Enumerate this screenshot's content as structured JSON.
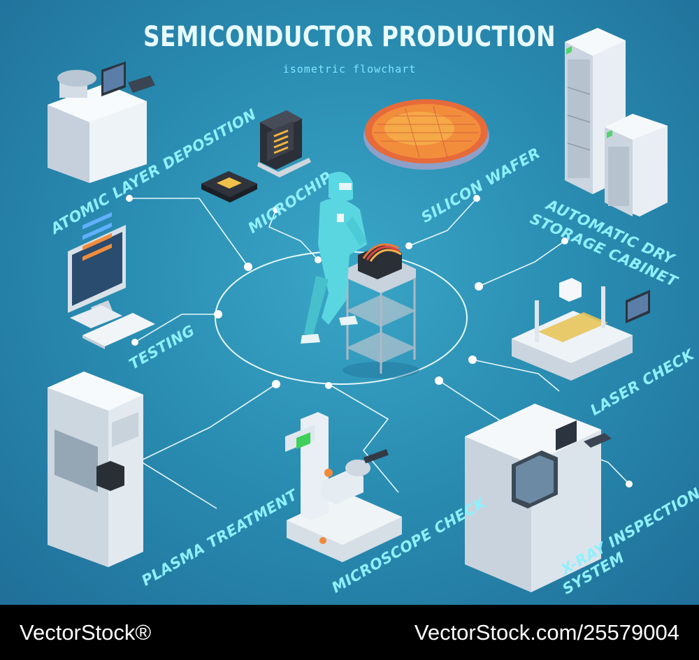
{
  "title": "SEMICONDUCTOR PRODUCTION",
  "subtitle": "isometric flowchart",
  "labels": {
    "atomic": "ATOMIC LAYER DEPOSITION",
    "microchip": "MICROCHIP",
    "silicon": "SILICON WAFER",
    "storage_1": "AUTOMATIC DRY",
    "storage_2": "STORAGE CABINET",
    "testing": "TESTING",
    "laser": "LASER CHECK",
    "plasma": "PLASMA TREATMENT",
    "microscope": "MICROSCOPE CHECK",
    "xray_1": "X-RAY INSPECTION",
    "xray_2": "SYSTEM"
  },
  "footer": {
    "left": "VectorStock®",
    "right": "VectorStock.com/25579004"
  },
  "colors": {
    "background": "#2a8db2",
    "label": "#8ff0ff",
    "connector": "#e6f7fb",
    "footer": "#000000"
  }
}
